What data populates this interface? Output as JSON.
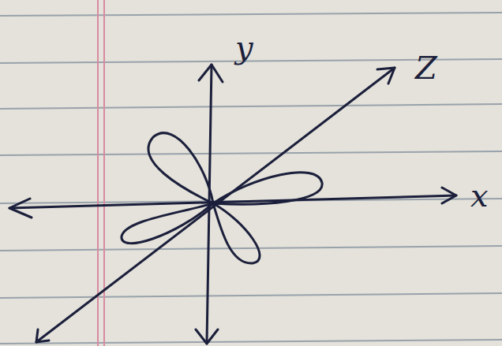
{
  "diagram": {
    "labels": [
      "y",
      "Z",
      "x"
    ]
  }
}
